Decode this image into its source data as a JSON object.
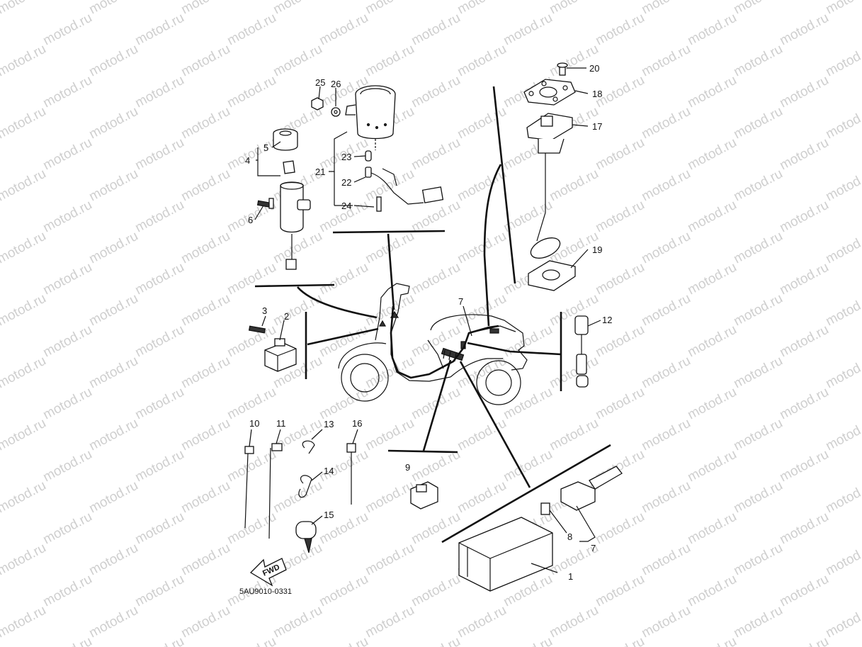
{
  "watermark": {
    "text": "motod.ru",
    "color": "#cfcfcf"
  },
  "diagram": {
    "code": "5AU9010-0331",
    "fwd_label": "FWD",
    "callouts": [
      {
        "id": "c1",
        "label": "1"
      },
      {
        "id": "c2",
        "label": "2"
      },
      {
        "id": "c3",
        "label": "3"
      },
      {
        "id": "c4",
        "label": "4"
      },
      {
        "id": "c5",
        "label": "5"
      },
      {
        "id": "c6",
        "label": "6"
      },
      {
        "id": "c7a",
        "label": "7"
      },
      {
        "id": "c7b",
        "label": "7"
      },
      {
        "id": "c8",
        "label": "8"
      },
      {
        "id": "c9",
        "label": "9"
      },
      {
        "id": "c10",
        "label": "10"
      },
      {
        "id": "c11",
        "label": "11"
      },
      {
        "id": "c12",
        "label": "12"
      },
      {
        "id": "c13",
        "label": "13"
      },
      {
        "id": "c14",
        "label": "14"
      },
      {
        "id": "c15",
        "label": "15"
      },
      {
        "id": "c16",
        "label": "16"
      },
      {
        "id": "c17",
        "label": "17"
      },
      {
        "id": "c18",
        "label": "18"
      },
      {
        "id": "c19",
        "label": "19"
      },
      {
        "id": "c20",
        "label": "20"
      },
      {
        "id": "c21",
        "label": "21"
      },
      {
        "id": "c22",
        "label": "22"
      },
      {
        "id": "c23",
        "label": "23"
      },
      {
        "id": "c24",
        "label": "24"
      },
      {
        "id": "c25",
        "label": "25"
      },
      {
        "id": "c26",
        "label": "26"
      }
    ]
  }
}
